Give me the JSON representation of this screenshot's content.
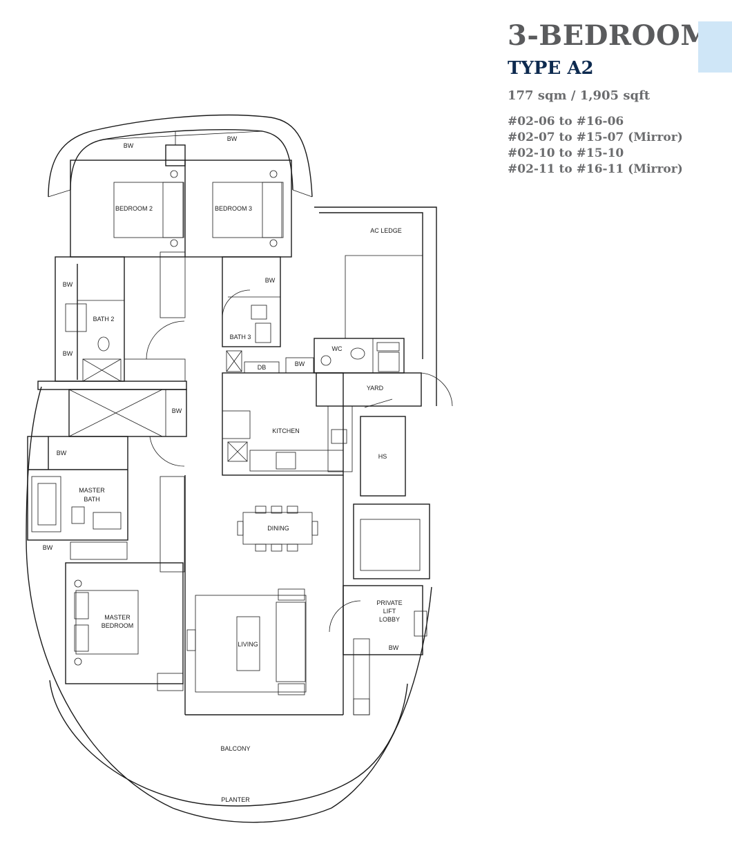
{
  "header": {
    "title": "3-BEDROOM",
    "subtitle": "TYPE A2",
    "area": "177 sqm / 1,905 sqft",
    "units": [
      "#02-06 to #16-06",
      "#02-07 to #15-07 (Mirror)",
      "#02-10 to #15-10",
      "#02-11 to #16-11 (Mirror)"
    ]
  },
  "accent_color": "#cfe6f7",
  "title_color": "#5a5b5d",
  "subtitle_color": "#0d2a4f",
  "rooms": {
    "bw_top_left": "BW",
    "bw_top_right": "BW",
    "bedroom2": "BEDROOM 2",
    "bedroom3": "BEDROOM 3",
    "ac_ledge": "AC LEDGE",
    "bw_bath2_upper": "BW",
    "bath2": "BATH 2",
    "bw_bath2_lower": "BW",
    "bw_bath3": "BW",
    "bath3": "BATH 3",
    "wc": "WC",
    "db": "DB",
    "bw_kitchen": "BW",
    "yard": "YARD",
    "bw_corridor": "BW",
    "kitchen": "KITCHEN",
    "hs": "HS",
    "bw_master_bath": "BW",
    "master_bath_line1": "MASTER",
    "master_bath_line2": "BATH",
    "bw_master_lower": "BW",
    "dining": "DINING",
    "private_lift_line1": "PRIVATE",
    "private_lift_line2": "LIFT",
    "private_lift_line3": "LOBBY",
    "master_bedroom_line1": "MASTER",
    "master_bedroom_line2": "BEDROOM",
    "living": "LIVING",
    "bw_lift": "BW",
    "balcony": "BALCONY",
    "planter": "PLANTER"
  }
}
